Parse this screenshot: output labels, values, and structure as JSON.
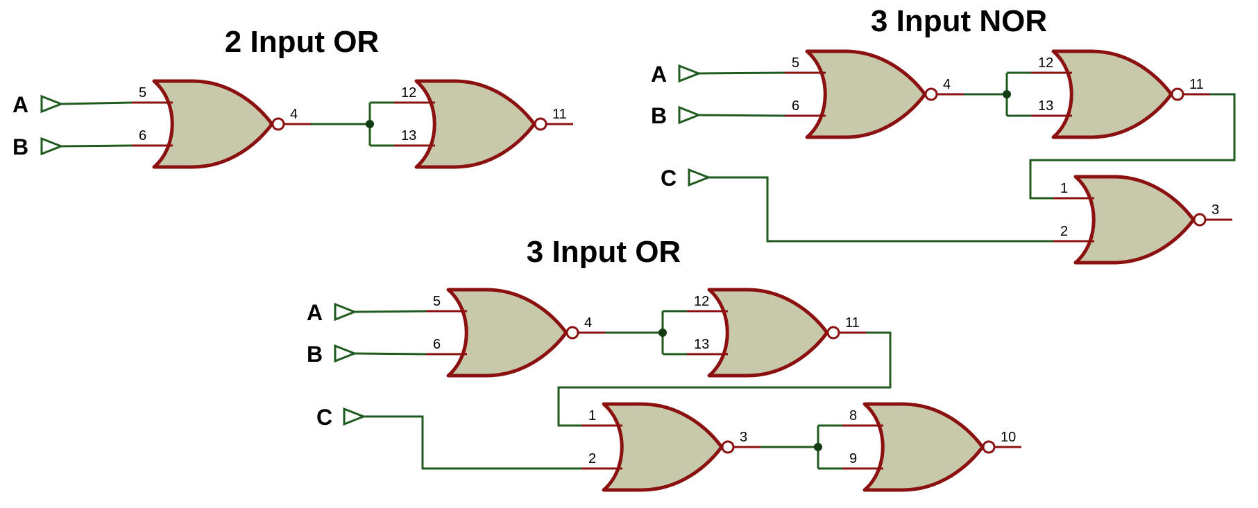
{
  "colors": {
    "gate_fill": "#c8c8aa",
    "gate_outline": "#8b1111",
    "wire": "#1f5a1f",
    "junction": "#123c12",
    "text": "#000000"
  },
  "sections": [
    {
      "title": "2 Input OR",
      "inputs": [
        "A",
        "B"
      ],
      "gates": [
        {
          "type": "nor",
          "inputs": [
            "5",
            "6"
          ],
          "output": "4"
        },
        {
          "type": "nor",
          "inputs": [
            "12",
            "13"
          ],
          "output": "11"
        }
      ]
    },
    {
      "title": "3 Input NOR",
      "inputs": [
        "A",
        "B",
        "C"
      ],
      "gates": [
        {
          "type": "nor",
          "inputs": [
            "5",
            "6"
          ],
          "output": "4"
        },
        {
          "type": "nor",
          "inputs": [
            "12",
            "13"
          ],
          "output": "11"
        },
        {
          "type": "nor",
          "inputs": [
            "1",
            "2"
          ],
          "output": "3"
        }
      ]
    },
    {
      "title": "3 Input OR",
      "inputs": [
        "A",
        "B",
        "C"
      ],
      "gates": [
        {
          "type": "nor",
          "inputs": [
            "5",
            "6"
          ],
          "output": "4"
        },
        {
          "type": "nor",
          "inputs": [
            "12",
            "13"
          ],
          "output": "11"
        },
        {
          "type": "nor",
          "inputs": [
            "1",
            "2"
          ],
          "output": "3"
        },
        {
          "type": "nor",
          "inputs": [
            "8",
            "9"
          ],
          "output": "10"
        }
      ]
    }
  ]
}
